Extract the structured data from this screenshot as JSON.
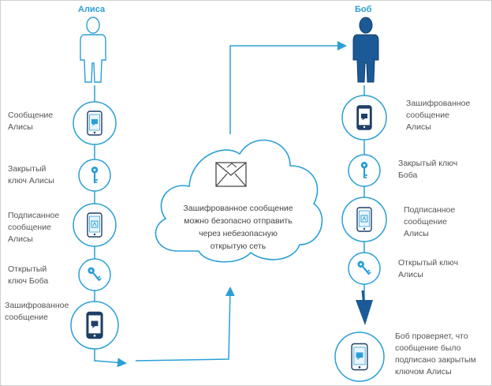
{
  "colors": {
    "accent": "#2a9fd6",
    "dark_blue": "#1b5a96",
    "navy": "#1f3f66",
    "text": "#555555"
  },
  "alice": {
    "name": "Алиса",
    "steps": [
      {
        "label": "Сообщение\nАлисы",
        "icon": "phone-message-icon"
      },
      {
        "label": "Закрытый\nключ Алисы",
        "icon": "key-icon"
      },
      {
        "label": "Подписанное\nсообщение\nАлисы",
        "icon": "phone-signed-icon"
      },
      {
        "label": "Открытый\nключ Боба",
        "icon": "key-icon"
      },
      {
        "label": "Зашифрованное\nсообщение",
        "icon": "phone-encrypted-icon"
      }
    ]
  },
  "cloud": {
    "icon": "envelope-icon",
    "text": "Зашифрованное сообщение\nможно безопасно отправить\nчерез небезопасную\nоткрытую сеть"
  },
  "bob": {
    "name": "Боб",
    "steps": [
      {
        "label": "Зашифрованное\nсообщение\nАлисы",
        "icon": "phone-encrypted-icon"
      },
      {
        "label": "Закрытый ключ\nБоба",
        "icon": "key-icon"
      },
      {
        "label": "Подписанное\nсообщение\nАлисы",
        "icon": "phone-signed-icon"
      },
      {
        "label": "Открытый ключ\nАлисы",
        "icon": "key-icon"
      },
      {
        "label": "Боб проверяет, что\nсообщение было\nподписано закрытым\nключом Алисы",
        "icon": "phone-verified-icon"
      }
    ]
  }
}
